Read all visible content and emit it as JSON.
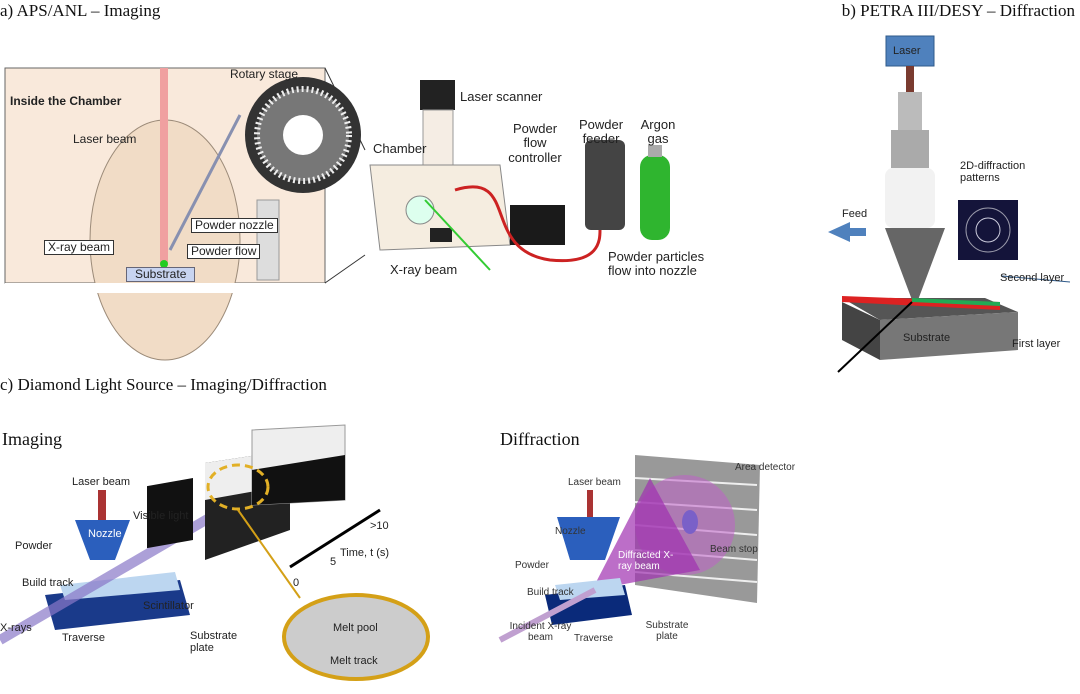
{
  "panel_a": {
    "title": "a) APS/ANL – Imaging",
    "inset": {
      "heading": "Inside the Chamber",
      "rotary_stage": "Rotary stage",
      "laser_beam": "Laser beam",
      "powder_nozzle": "Powder nozzle",
      "powder_flow": "Powder flow",
      "xray_beam": "X-ray beam",
      "substrate": "Substrate"
    },
    "setup": {
      "laser_scanner": "Laser scanner",
      "chamber": "Chamber",
      "powder_flow_controller": "Powder flow controller",
      "powder_feeder": "Powder feeder",
      "argon_gas": "Argon gas",
      "xray_beam": "X-ray beam",
      "powder_particles": "Powder particles flow into nozzle"
    }
  },
  "panel_b": {
    "title": "b) PETRA III/DESY – Diffraction",
    "laser": "Laser",
    "diffraction_patterns": "2D-diffraction patterns",
    "feed": "Feed",
    "second_layer": "Second layer",
    "first_layer": "First layer",
    "substrate": "Substrate",
    "colors": {
      "laser_box": "#4f81bd",
      "first_layer": "#e02020",
      "second_layer": "#22a050"
    }
  },
  "panel_c": {
    "title": "c) Diamond Light Source – Imaging/Diffraction",
    "imaging": {
      "heading": "Imaging",
      "laser_beam": "Laser beam",
      "nozzle": "Nozzle",
      "visible_light": "Visible light",
      "powder": "Powder",
      "build_track": "Build track",
      "xrays": "X-rays",
      "traverse": "Traverse",
      "scintillator": "Scintillator",
      "substrate_plate": "Substrate plate",
      "time_axis": "Time, t (s)",
      "time_ticks": [
        "0",
        "5",
        ">10"
      ],
      "melt_pool": "Melt pool",
      "melt_track": "Melt track"
    },
    "diffraction": {
      "heading": "Diffraction",
      "laser_beam": "Laser beam",
      "nozzle": "Nozzle",
      "area_detector": "Area detector",
      "diffracted_beam": "Diffracted X-ray beam",
      "beam_stop": "Beam stop",
      "powder": "Powder",
      "build_track": "Build track",
      "incident_beam": "Incident X-ray beam",
      "traverse": "Traverse",
      "substrate_plate": "Substrate plate"
    }
  }
}
